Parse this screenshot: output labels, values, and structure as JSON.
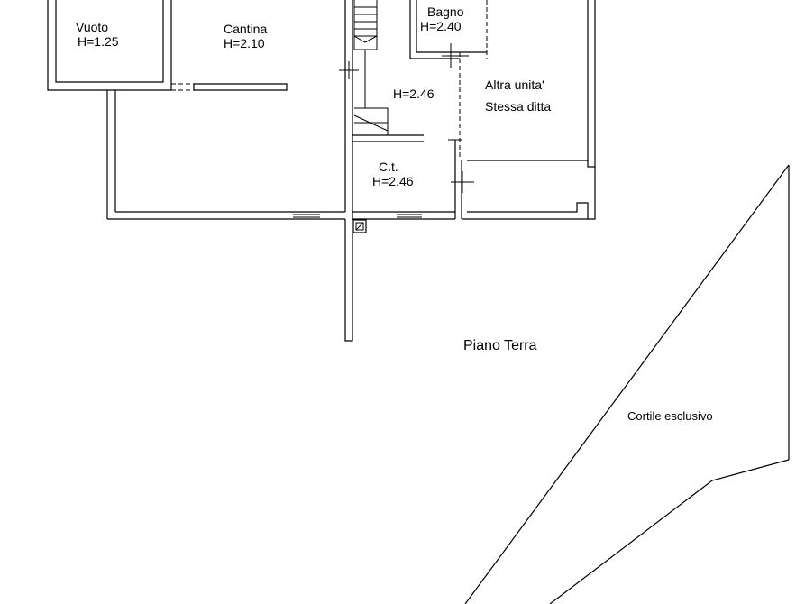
{
  "plan": {
    "floor_title": "Piano Terra",
    "yard_label": "Cortile esclusivo",
    "rooms": [
      {
        "name": "Vuoto",
        "height": "H=1.25"
      },
      {
        "name": "Cantina",
        "height": "H=2.10"
      },
      {
        "name": "Bagno",
        "height": "H=2.40"
      },
      {
        "name": "",
        "height": "H=2.46"
      },
      {
        "name": "C.t.",
        "height": "H=2.46"
      }
    ],
    "other_unit": {
      "line1": "Altra unita'",
      "line2": "Stessa ditta"
    }
  }
}
